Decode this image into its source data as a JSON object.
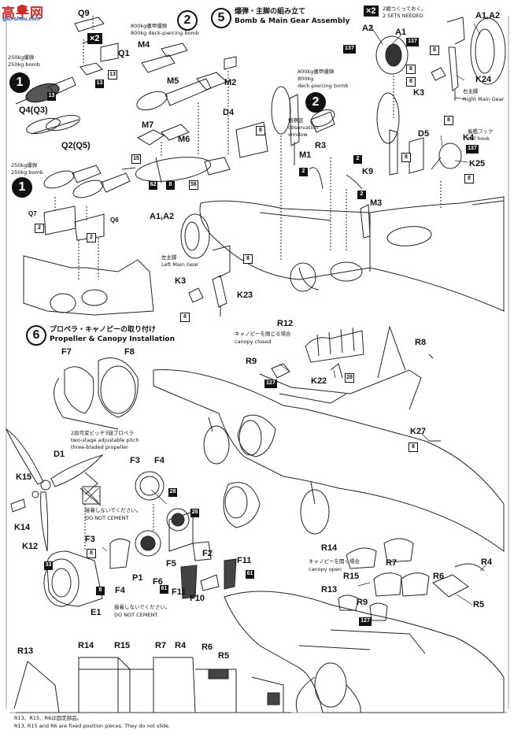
{
  "watermark": {
    "logo_text": "高手网",
    "logo_domain": "gao-shou.com"
  },
  "steps": {
    "step1_top": {
      "number": "1",
      "part_label": "Q9",
      "multiplier": "×2",
      "labels": [
        "Q1",
        "Q4(Q3)",
        "Q2(Q5)"
      ],
      "note_jp": "250kg爆弾",
      "note_en": "250kg bomb",
      "paint_codes": [
        "13",
        "13",
        "13"
      ]
    },
    "step2_top": {
      "number": "2",
      "note_jp": "800kg徹甲爆弾",
      "note_en": "800kg deck-piercing bomb",
      "labels": [
        "M4",
        "M5",
        "M2",
        "M7",
        "M6"
      ],
      "paint_codes": [
        "15",
        "62",
        "8",
        "56"
      ]
    },
    "step5": {
      "number": "5",
      "title_jp": "爆弾・主脚の組み立て",
      "title_en": "Bomb & Main Gear Assembly"
    },
    "sets": {
      "multiplier": "×2",
      "note_jp": "2組つくっておく。",
      "note_en": "2 SETS NEEDED"
    },
    "right_gear": {
      "labels": [
        "A1,A2",
        "A2",
        "A1",
        "K24",
        "K3",
        "D5",
        "K4",
        "K25"
      ],
      "note_jp": "右主脚",
      "note_en": "Right Main Gear",
      "tail_hook_jp": "着艦フック",
      "tail_hook_en": "tail hook",
      "paint_codes": [
        "137",
        "137",
        "8",
        "8",
        "8",
        "8",
        "8",
        "137",
        "8"
      ]
    },
    "step2_mid": {
      "number": "2",
      "note_jp": "800kg徹甲爆弾",
      "note_en1": "800kg",
      "note_en2": "deck-piercing bomb",
      "window_jp": "偵察窓",
      "window_en1": "observation",
      "window_en2": "window",
      "labels": [
        "D4",
        "R3",
        "M1",
        "K9",
        "M3"
      ],
      "paint_codes": [
        "8",
        "2",
        "2",
        "2"
      ]
    },
    "step1_mid": {
      "number": "1",
      "note_jp": "250kg爆弾",
      "note_en": "250kg bomb",
      "labels": [
        "Q7",
        "Q6"
      ],
      "paint_codes": [
        "2",
        "2"
      ]
    },
    "left_gear": {
      "labels": [
        "A1,A2",
        "K3",
        "K23"
      ],
      "note_jp": "左主脚",
      "note_en": "Left Main Gear",
      "paint_codes": [
        "8",
        "8"
      ]
    },
    "step6": {
      "number": "6",
      "title_jp": "プロペラ・キャノピーの取り付け",
      "title_en": "Propeller & Canopy Installation",
      "labels": [
        "F7",
        "F8"
      ],
      "prop_jp": "2段可変ピッチ3翅プロペラ",
      "prop_en1": "two-stage adjustable pitch",
      "prop_en2": "three-bladed propeller"
    },
    "canopy_closed": {
      "labels": [
        "R12",
        "R9",
        "K22",
        "R8"
      ],
      "note_jp": "キャノピーを閉じる場合",
      "note_en": "canopy closed",
      "paint_codes": [
        "127",
        "28"
      ]
    },
    "engine": {
      "labels": [
        "D1",
        "K15",
        "K14",
        "K12",
        "E1",
        "F3",
        "F4",
        "F3",
        "F4",
        "P1",
        "F6",
        "F5",
        "F2",
        "F11",
        "F11",
        "F10",
        "K27"
      ],
      "nocement_jp": "接着しないでください。",
      "nocement_en": "DO NOT CEMENT",
      "paint_codes": [
        "33",
        "8",
        "8",
        "28",
        "28",
        "61",
        "61",
        "8"
      ]
    },
    "canopy_open": {
      "labels": [
        "R14",
        "R7",
        "R4",
        "R15",
        "R6",
        "R13",
        "R9",
        "R5"
      ],
      "note_jp": "キャノピーを開く場合",
      "note_en": "canopy open",
      "paint_codes": [
        "127"
      ]
    },
    "bottom": {
      "labels": [
        "R13",
        "R14",
        "R15",
        "R7",
        "R4",
        "R6",
        "R5"
      ],
      "note_jp": "R13、R15、R6は固定部品。",
      "note_en": "R13, R15 and R6 are fixed position pieces. They do not slide."
    }
  }
}
